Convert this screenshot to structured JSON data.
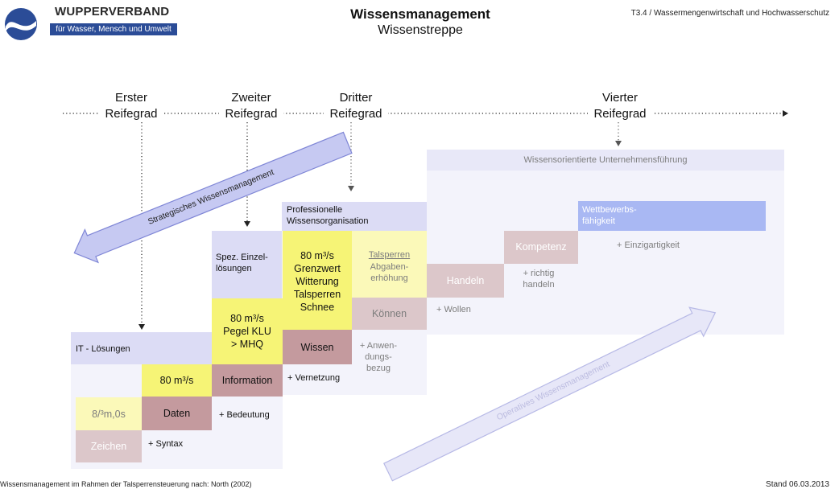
{
  "header": {
    "brand_name": "WUPPERVERBAND",
    "brand_tagline": "für Wasser, Mensch und Umwelt",
    "title": "Wissensmanagement",
    "subtitle": "Wissenstreppe",
    "top_right": "T3.4 / Wassermengenwirtschaft und Hochwasserschutz"
  },
  "levels": [
    {
      "line1": "Erster",
      "line2": "Reifegrad"
    },
    {
      "line1": "Zweiter",
      "line2": "Reifegrad"
    },
    {
      "line1": "Dritter",
      "line2": "Reifegrad"
    },
    {
      "line1": "Vierter",
      "line2": "Reifegrad"
    }
  ],
  "arrows": {
    "strategic": "Strategisches Wissensmanagement",
    "operative": "Operatives Wissensmanagement"
  },
  "stages": {
    "it": "IT - Lösungen",
    "spez": "Spez. Einzel-\nlösungen",
    "prof": "Professionelle\nWissensorganisation",
    "unternehmen": "Wissensorientierte Unternehmensführung"
  },
  "staircase": {
    "zeichen": "Zeichen",
    "zeichen_example": "8/³m,0s",
    "syntax": "+ Syntax",
    "daten": "Daten",
    "daten_example": "80 m³/s",
    "bedeutung": "+ Bedeutung",
    "information": "Information",
    "information_example": "80 m³/s\nPegel KLU\n> MHQ",
    "vernetzung": "+ Vernetzung",
    "wissen": "Wissen",
    "wissen_example": "80 m³/s\nGrenzwert\nWitterung\nTalsperren\nSchnee",
    "anwendung": "+ Anwen-\ndungs-\nbezug",
    "koennen": "Können",
    "koennen_example_link": "Talsperren",
    "koennen_example_rest": "Abgaben-\nerhöhung",
    "wollen": "+ Wollen",
    "handeln": "Handeln",
    "richtig_handeln": "+ richtig\nhandeln",
    "kompetenz": "Kompetenz",
    "einzigartigkeit": "+ Einzigartigkeit",
    "wettbewerb": "Wettbewerbs-\nfähigkeit"
  },
  "footer": {
    "source": "Wissensmanagement im Rahmen der Talsperrensteuerung nach: North (2002)",
    "date": "Stand 06.03.2013"
  }
}
